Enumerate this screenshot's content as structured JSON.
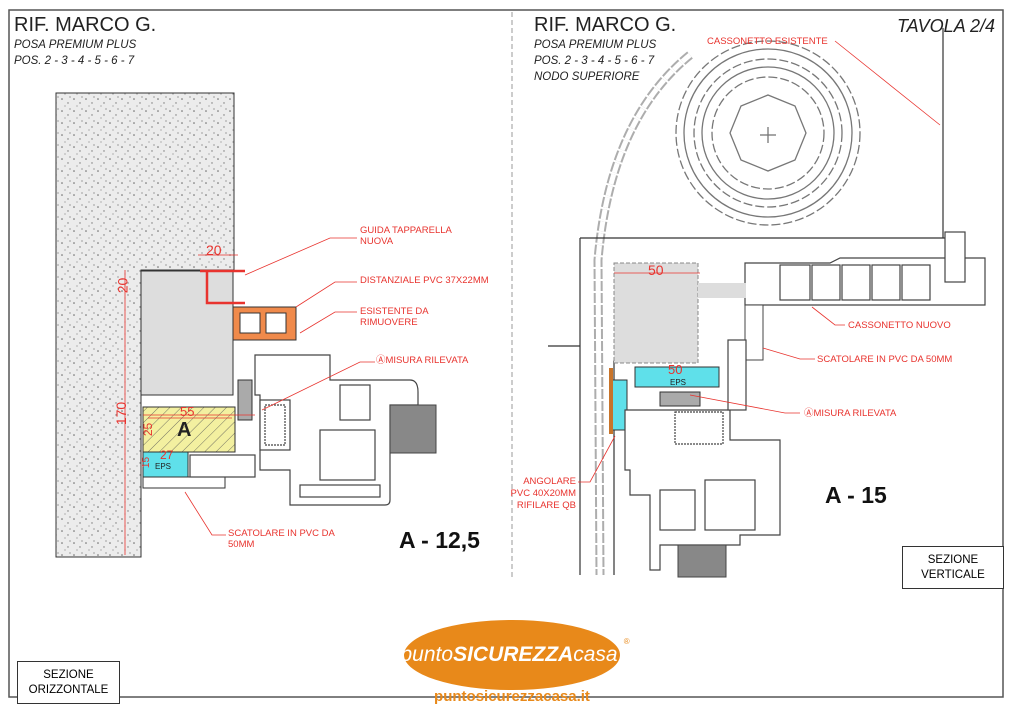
{
  "left": {
    "title": "RIF. MARCO G.",
    "subtitle1": "POSA PREMIUM PLUS",
    "subtitle2": "POS. 2 - 3 - 4 - 5 - 6 - 7",
    "dims": {
      "d20_top": "20",
      "d20_side": "20",
      "d170": "170",
      "d55": "55",
      "d25": "25",
      "d27": "27",
      "d15": "15"
    },
    "zone_label": "A",
    "eps_label": "EPS",
    "labels": {
      "guida_1": "GUIDA TAPPARELLA",
      "guida_2": "NUOVA",
      "distanziale": "DISTANZIALE PVC 37X22MM",
      "esistente_1": "ESISTENTE DA",
      "esistente_2": "RIMUOVERE",
      "misura": "ⒶMISURA RILEVATA",
      "scatolare_1": "SCATOLARE IN PVC DA",
      "scatolare_2": "50MM"
    },
    "measure": "A - 12,5",
    "section_1": "SEZIONE",
    "section_2": "ORIZZONTALE"
  },
  "right": {
    "title": "RIF. MARCO G.",
    "subtitle1": "POSA PREMIUM PLUS",
    "subtitle2": "POS. 2 - 3 - 4 - 5 - 6 - 7",
    "subtitle3": "NODO SUPERIORE",
    "sheet": "TAVOLA 2/4",
    "dims": {
      "d50_top": "50",
      "d50_eps": "50"
    },
    "eps_label": "EPS",
    "labels": {
      "cassonetto_esistente": "CASSONETTO ESISTENTE",
      "cassonetto_nuovo": "CASSONETTO NUOVO",
      "scatolare": "SCATOLARE IN PVC DA 50MM",
      "misura": "ⒶMISURA RILEVATA",
      "angolare_1": "ANGOLARE",
      "angolare_2": "PVC 40X20MM",
      "angolare_3": "RIFILARE QB"
    },
    "measure": "A - 15",
    "section_1": "SEZIONE",
    "section_2": "VERTICALE"
  },
  "logo": {
    "part1": "punto",
    "part2": "SICUREZZA",
    "part3": "casa",
    "reg": "®",
    "url": "puntosicurezzacasa.it"
  },
  "colors": {
    "annotation": "#e8332e",
    "brand": "#e8891a",
    "eps": "#5fe0ea",
    "zone": "#f3f0a0",
    "spacer": "#f08a4b"
  }
}
